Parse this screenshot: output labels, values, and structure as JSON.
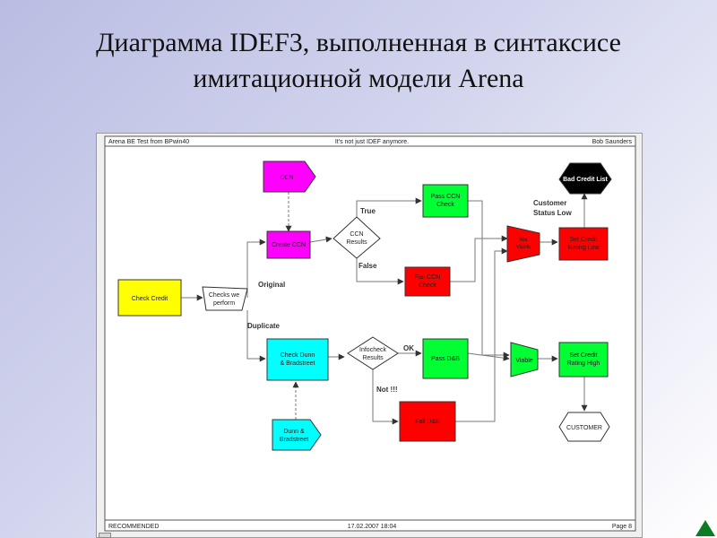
{
  "slide": {
    "title_line1": "Диаграмма IDEF3, выполненная в синтаксисе",
    "title_line2": "имитационной модели Arena"
  },
  "sheet": {
    "header_left": "Arena BE Test from BPwin40",
    "header_center": "It's not just IDEF anymore.",
    "header_right": "Bob Saunders",
    "footer_left": "RECOMMENDED",
    "footer_center": "17.02.2007  18:04",
    "footer_right": "Page 8"
  },
  "nodes": {
    "ccn": "CCN",
    "check_credit": "Check Credit",
    "checks_we_perform": [
      "Checks we",
      "perform"
    ],
    "create_ccn": "Create CCN",
    "ccn_results": [
      "CCN",
      "Results"
    ],
    "pass_ccn_check": [
      "Pass CCN",
      "Check"
    ],
    "fail_ccn_check": [
      "Fail CCN",
      "Check"
    ],
    "check_dunn": [
      "Check Dunn",
      "& Bradstreet"
    ],
    "infocheck_results": [
      "Infocheck",
      "Results"
    ],
    "pass_db": "Pass D&B",
    "fail_db": "Fail D&B",
    "dunn_bradstreet": [
      "Dunn &",
      "Bradstreet"
    ],
    "not_viable": [
      "Not",
      "Viable"
    ],
    "viable": "Viable",
    "set_rating_low": [
      "Set Credit",
      "Rating Low"
    ],
    "set_rating_high": [
      "Set Credit",
      "Rating High"
    ],
    "bad_credit_list": "Bad Credit List",
    "customer": "CUSTOMER"
  },
  "labels": {
    "original": "Original",
    "duplicate": "Duplicate",
    "true": "True",
    "false": "False",
    "ok": "OK",
    "not": "Not  !!!",
    "customer_status_low": [
      "Customer",
      "Status Low"
    ]
  },
  "colors": {
    "magenta": "#ff00ff",
    "yellow": "#ffff00",
    "green": "#00ff33",
    "red": "#ff0000",
    "cyan": "#00ffff",
    "black": "#000000",
    "white": "#ffffff",
    "line": "#7a7a7a"
  }
}
